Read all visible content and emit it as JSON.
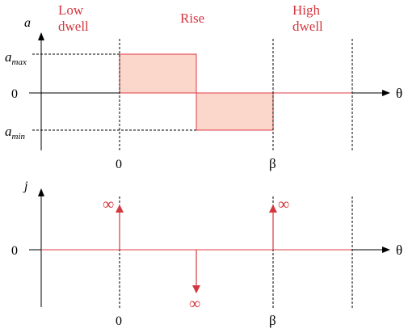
{
  "colors": {
    "accent": "#d4373f",
    "fill": "#fad6cb",
    "axis": "#000000",
    "red_line": "#e23c44"
  },
  "region_labels": {
    "low_dwell": [
      "Low",
      "dwell"
    ],
    "rise": "Rise",
    "high_dwell": [
      "High",
      "dwell"
    ]
  },
  "top_plot": {
    "y_axis_label": "a",
    "x_axis_label": "θ",
    "a_max_label": {
      "base": "a",
      "sub": "max"
    },
    "a_min_label": {
      "base": "a",
      "sub": "min"
    },
    "zero_label": "0",
    "x_ticks": [
      "0",
      "β"
    ]
  },
  "bottom_plot": {
    "y_axis_label": "j",
    "x_axis_label": "θ",
    "zero_label": "0",
    "x_ticks": [
      "0",
      "β"
    ],
    "impulse_labels": [
      "∞",
      "∞",
      "∞"
    ]
  }
}
